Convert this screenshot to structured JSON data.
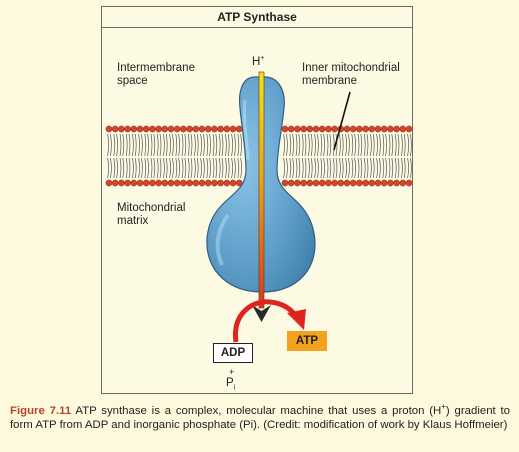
{
  "figure": {
    "title": "ATP Synthase",
    "labels": {
      "proton": "H",
      "proton_charge": "+",
      "intermembrane_line1": "Intermembrane",
      "intermembrane_line2": "space",
      "inner_membrane_line1": "Inner mitochondrial",
      "inner_membrane_line2": "membrane",
      "matrix_line1": "Mitochondrial",
      "matrix_line2": "matrix",
      "adp": "ADP",
      "plus": "+",
      "pi": "P",
      "pi_sub": "i",
      "atp": "ATP"
    },
    "colors": {
      "enzyme": "#5e9ec9",
      "channel_top": "#f2e21a",
      "channel_bottom": "#d63a22",
      "atp": "#f3a21e",
      "arrow": "#e0231f",
      "lipid_head": "#d2472c"
    }
  },
  "caption": {
    "figure_number": "Figure 7.11",
    "text_before": " ATP synthase is a complex, molecular machine that uses a proton (H",
    "superscript": "+",
    "text_after": ") gradient to form ATP from ADP and inorganic phosphate (Pi). (Credit: modification of work by Klaus Hoffmeier)"
  }
}
